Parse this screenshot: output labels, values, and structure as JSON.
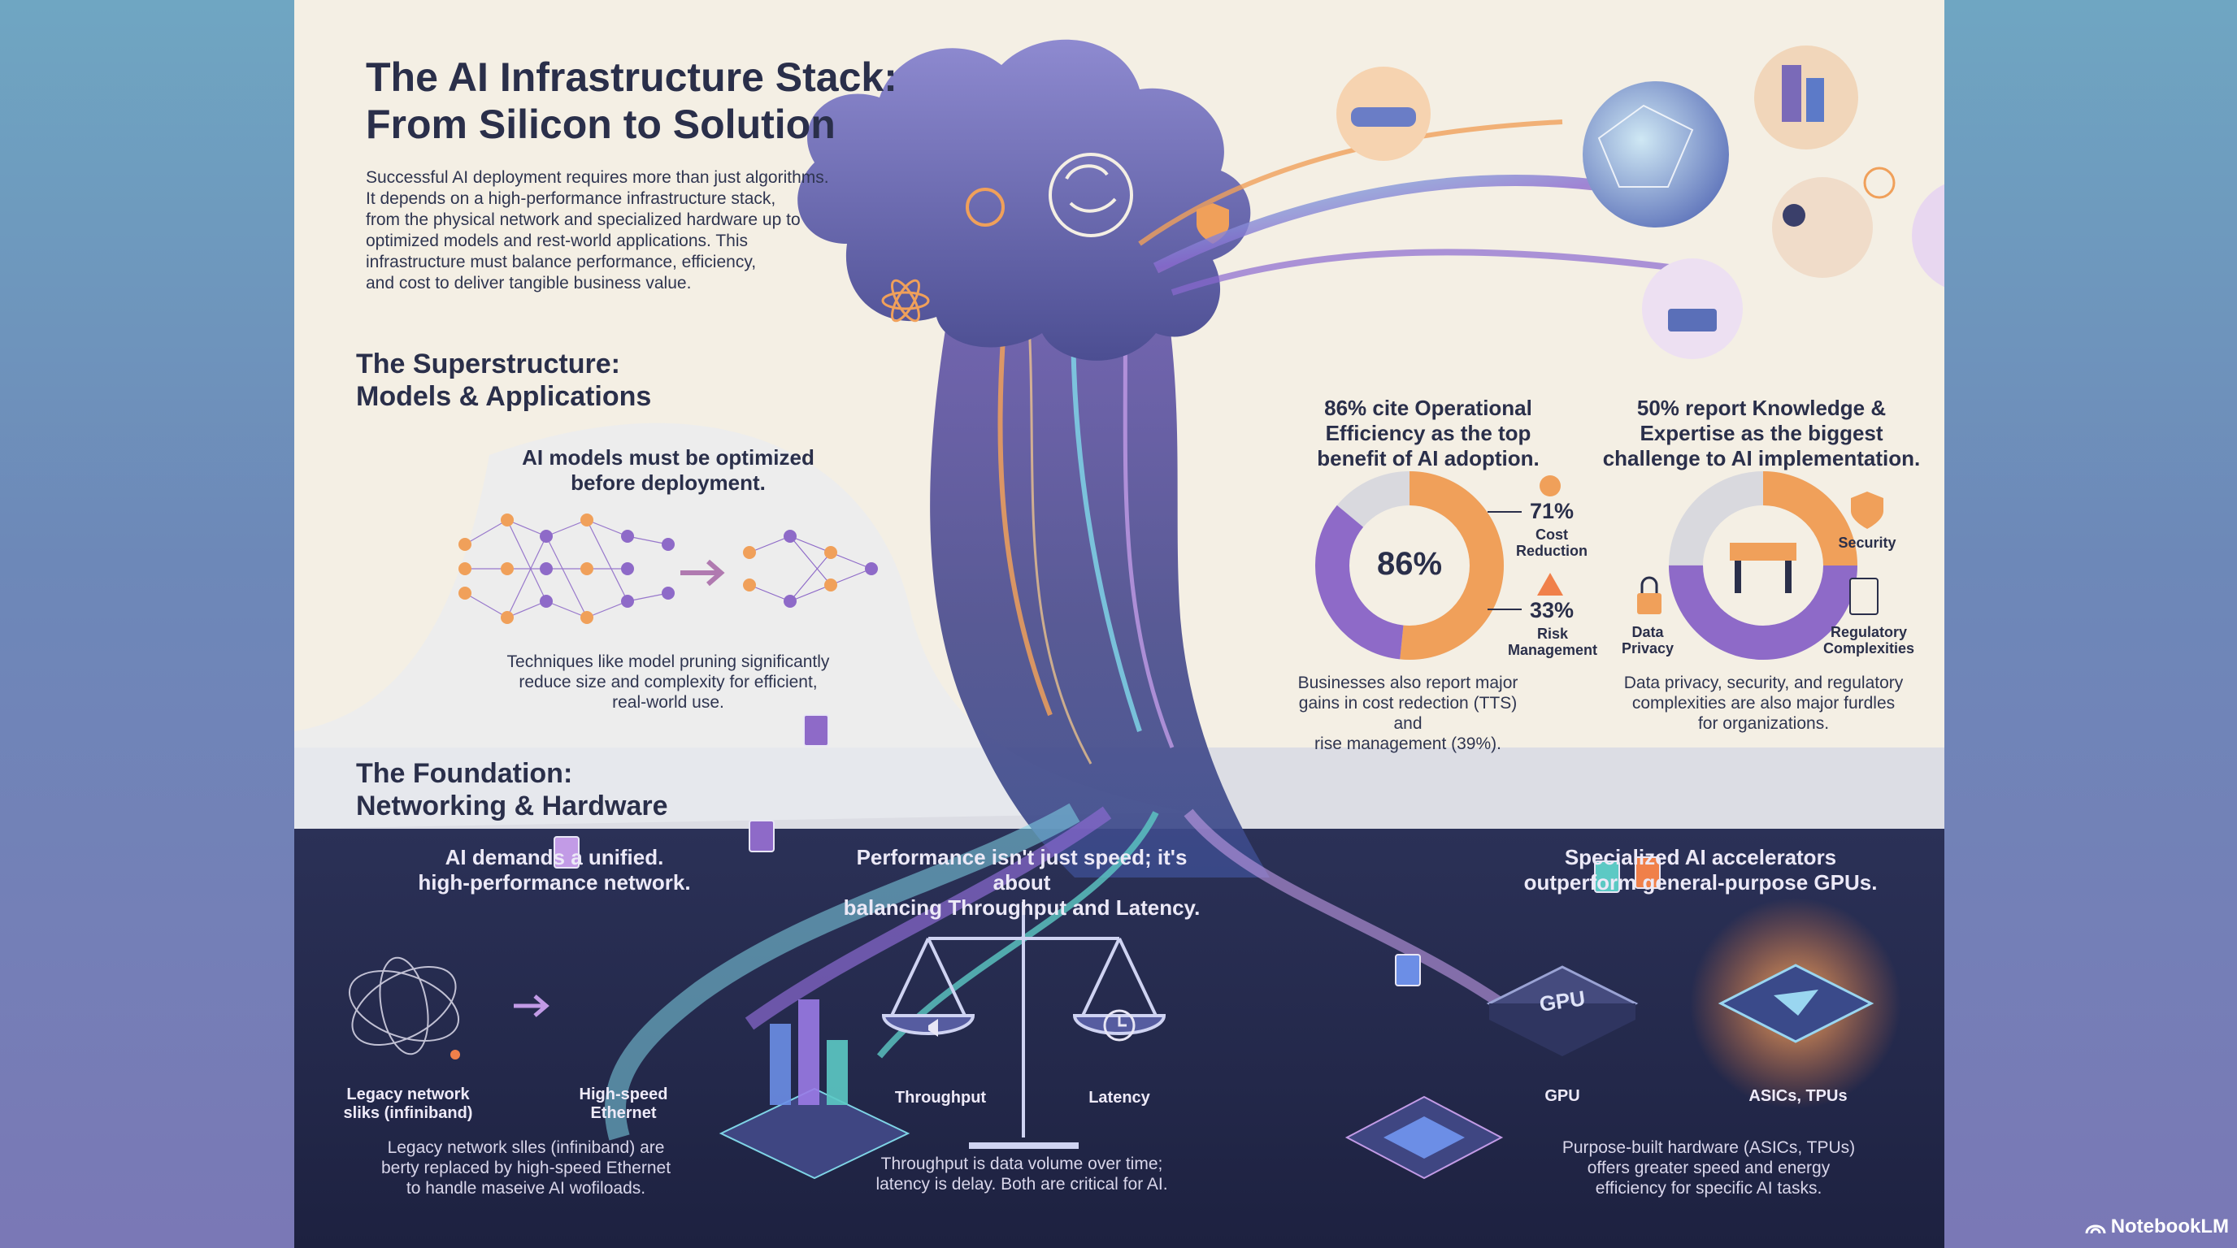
{
  "header": {
    "title": "The AI Infrastructure Stack:\nFrom Silicon to Solution",
    "intro": "Successful AI deployment requires more than just algorithms.\nIt depends on a high-performance infrastructure stack,\nfrom the physical network and specialized hardware up to\noptimized models and rest-world applications. This\ninfrastructure must balance performance, efficiency,\nand cost to deliver tangible business value."
  },
  "superstructure": {
    "heading": "The Superstructure:\nModels & Applications",
    "models_heading": "AI models must be optimized\nbefore deployment.",
    "models_caption": "Techniques like model pruning significantly\nreduce size and complexity for efficient,\nreal-world use."
  },
  "benefits": {
    "heading": "86% cite Operational\nEfficiency as the top\nbenefit of AI adoption.",
    "center_pct": "86%",
    "cost_pct": "71%",
    "cost_label": "Cost\nReduction",
    "risk_pct": "33%",
    "risk_label": "Risk\nManagement",
    "caption": "Businesses also report major\ngains in cost redection (TTS) and\nrise management (39%).",
    "ring_share": 0.86
  },
  "challenges": {
    "heading": "50% report Knowledge &\nExpertise as the biggest\nchallenge to AI implementation.",
    "security_label": "Security",
    "privacy_label": "Data\nPrivacy",
    "regulatory_label": "Regulatory\nComplexities",
    "caption": "Data privacy, security, and regulatory\ncomplexities are also major furdles\nfor organizations.",
    "ring_share": 0.5
  },
  "foundation": {
    "heading": "The Foundation:\nNetworking & Hardware",
    "network_heading": "AI demands a unified.\nhigh-performance network.",
    "legacy_label": "Legacy network\nsliks (infiniband)",
    "ethernet_label": "High-speed\nEthernet",
    "network_caption": "Legacy network slles (infiniband) are\nberty replaced by high-speed Ethernet\nto handle maseive AI wofiloads.",
    "perf_heading": "Performance isn't just speed; it's about\nbalancing Throughput and Latency.",
    "throughput_label": "Throughput",
    "latency_label": "Latency",
    "perf_caption": "Throughput is data volume over time;\nlatency is delay. Both are critical for AI.",
    "accel_heading": "Specialized AI accelerators\noutperform general-purpose GPUs.",
    "gpu_label": "GPU",
    "gpu_chip_text": "GPU",
    "asic_label": "ASICs, TPUs",
    "accel_caption": "Purpose-built hardware (ASICs, TPUs)\noffers greater speed and energy\nefficiency for specific AI tasks."
  },
  "brand": {
    "name": "NotebookLM"
  },
  "colors": {
    "orange": "#f0a05a",
    "purple": "#8e6ac8",
    "teal": "#5cc9c4",
    "navy": "#2b3157",
    "gray": "#d9d9de"
  },
  "icons": [
    "brain-icon",
    "gear-icon",
    "shield-icon",
    "atom-icon",
    "car-icon",
    "globe-icon",
    "city-icon",
    "doctor-icon",
    "laptop-user-icon",
    "dollar-icon",
    "warning-icon",
    "barrier-icon",
    "lock-icon",
    "document-icon",
    "scale-icon",
    "speaker-icon",
    "clock-icon",
    "gpu-chip-icon",
    "asic-chip-icon",
    "notebooklm-icon"
  ]
}
